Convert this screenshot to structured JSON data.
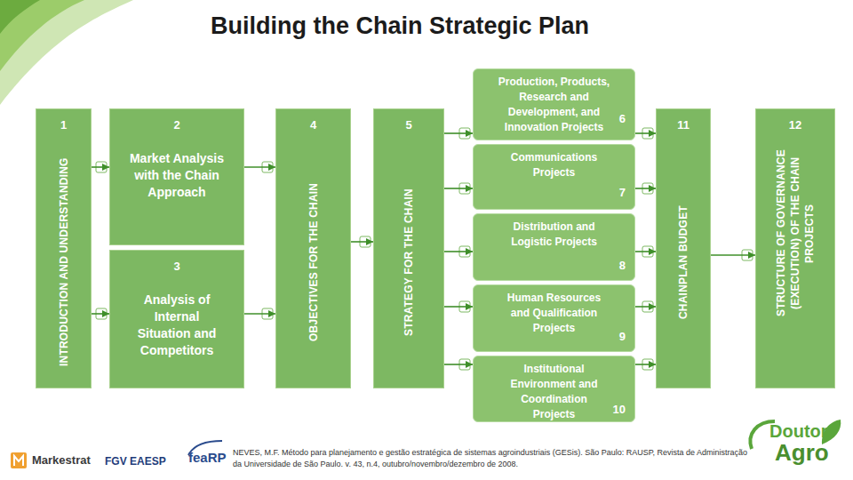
{
  "diagram": {
    "title": "Building the Chain Strategic Plan",
    "caption": "NEVES, M.F. Método para planejamento e gestão estratégica de sistemas agroindustriais (GESis). São Paulo: RAUSP, Revista de Administração da Universidade de São Paulo. v. 43, n.4, outubro/novembro/dezembro de 2008.",
    "nodes": [
      {
        "text": [
          "1",
          "INTRODUCTION AND UNDERSTANDING"
        ]
      },
      {
        "text": [
          "2",
          "Market Analysis with the Chain Approach"
        ]
      },
      {
        "text": [
          "3",
          "Analysis of Internal Situation and Competitors"
        ]
      },
      {
        "text": [
          "4",
          "OBJECTIVES FOR THE CHAIN"
        ]
      },
      {
        "text": [
          "5",
          "STRATEGY FOR THE CHAIN"
        ]
      },
      {
        "text": [
          "Production, Products, Research and Development, and Innovation Projects",
          "6"
        ]
      },
      {
        "text": [
          "Communications Projects",
          "7"
        ]
      },
      {
        "text": [
          "Distribution and Logistic Projects",
          "8"
        ]
      },
      {
        "text": [
          "Human Resources and Qualification Projects",
          "9"
        ]
      },
      {
        "text": [
          "Institutional Environment and Coordination Projects",
          "10"
        ]
      },
      {
        "text": [
          "11",
          "CHAINPLAN BUDGET"
        ]
      },
      {
        "text": [
          "12",
          "STRUCTURE OF GOVERNANCE (EXECUTION) OF THE CHAIN PROJECTS"
        ]
      }
    ],
    "edges": [
      {
        "from": 0,
        "to": 1,
        "arrow": "to"
      },
      {
        "from": 0,
        "to": 2,
        "arrow": "to"
      },
      {
        "from": 1,
        "to": 3,
        "arrow": "to"
      },
      {
        "from": 2,
        "to": 3,
        "arrow": "to"
      },
      {
        "from": 3,
        "to": 4,
        "arrow": "to"
      },
      {
        "from": 4,
        "to": 5,
        "arrow": "to"
      },
      {
        "from": 4,
        "to": 6,
        "arrow": "to"
      },
      {
        "from": 4,
        "to": 7,
        "arrow": "to"
      },
      {
        "from": 4,
        "to": 8,
        "arrow": "to"
      },
      {
        "from": 4,
        "to": 9,
        "arrow": "to"
      },
      {
        "from": 5,
        "to": 10,
        "arrow": "to"
      },
      {
        "from": 6,
        "to": 10,
        "arrow": "to"
      },
      {
        "from": 7,
        "to": 10,
        "arrow": "to"
      },
      {
        "from": 8,
        "to": 10,
        "arrow": "to"
      },
      {
        "from": 9,
        "to": 10,
        "arrow": "to"
      },
      {
        "from": 10,
        "to": 11,
        "arrow": "to"
      }
    ],
    "labels": [
      "Markestrat",
      "FGV EAESP",
      "feaRP",
      "Doutor",
      "Agro"
    ]
  }
}
